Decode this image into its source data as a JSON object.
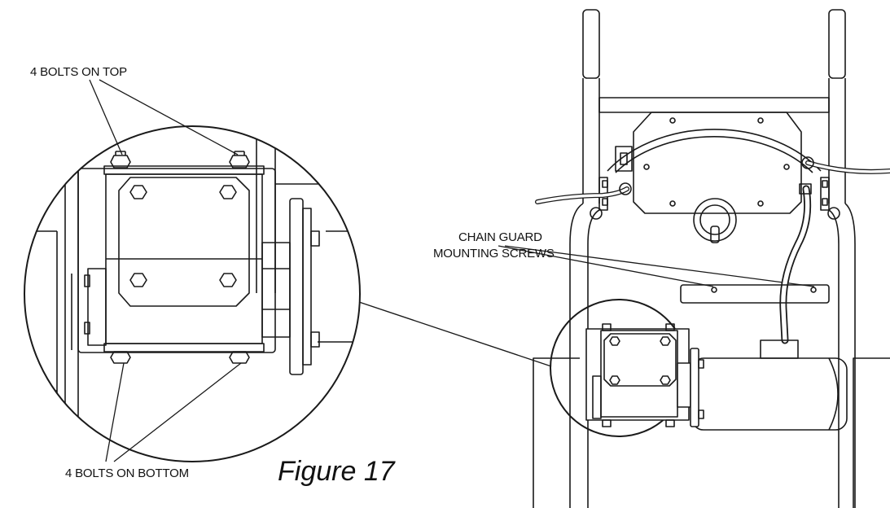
{
  "callouts": {
    "top_bolts": "4 BOLTS ON TOP",
    "bottom_bolts": "4 BOLTS ON BOTTOM",
    "chain_guard_line1": "CHAIN GUARD",
    "chain_guard_line2": "MOUNTING SCREWS"
  },
  "caption": "Figure 17",
  "colors": {
    "line": "#1a1a1a",
    "background": "#ffffff"
  },
  "icons": {
    "bolt": "hexagon-bolt-icon",
    "screw": "round-screw-icon"
  }
}
